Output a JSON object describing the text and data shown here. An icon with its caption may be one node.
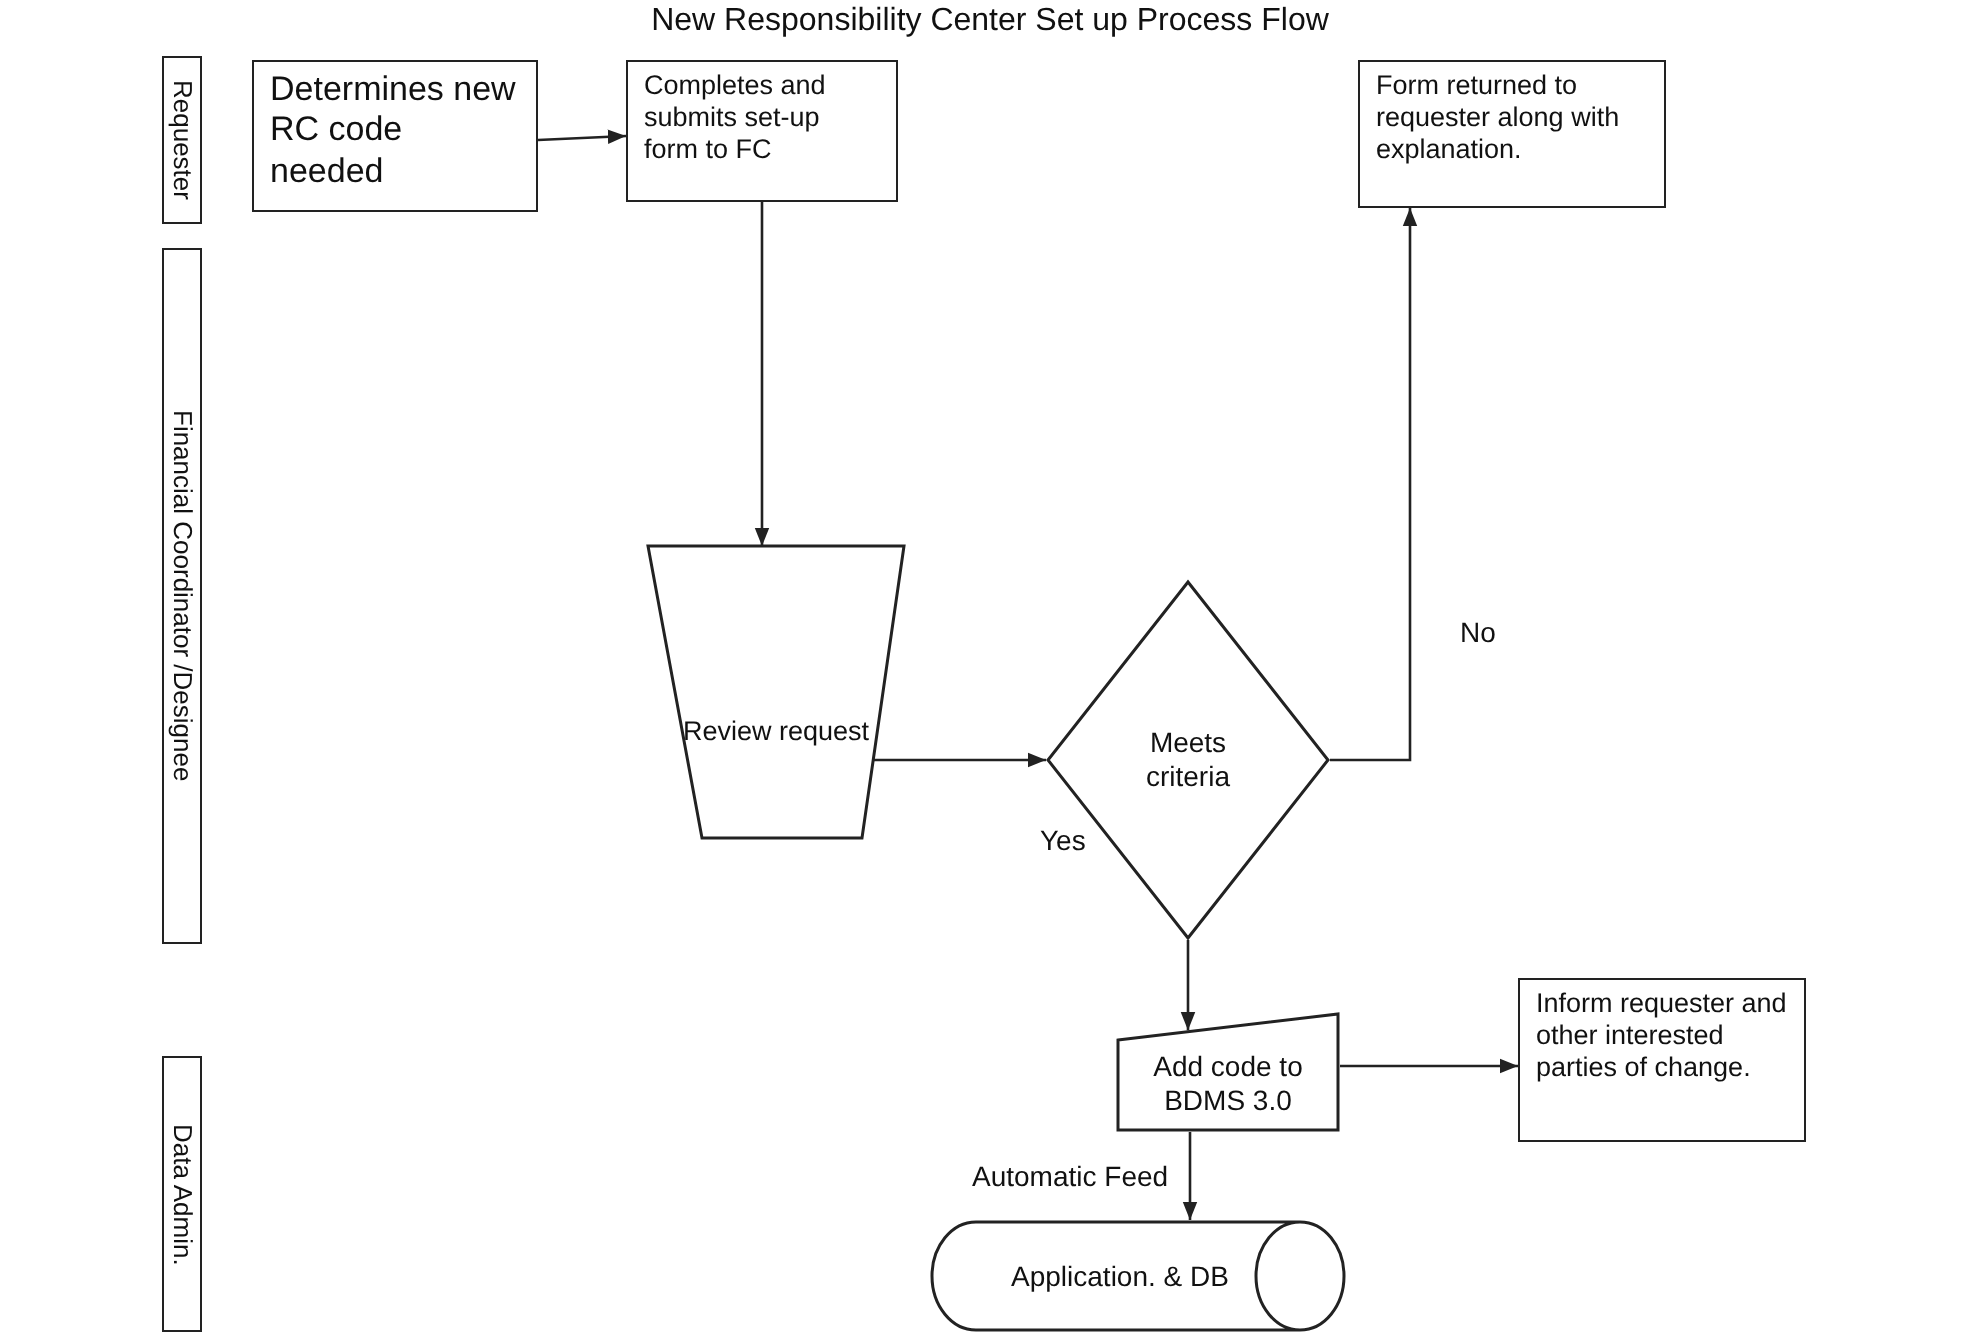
{
  "diagram": {
    "title": "New Responsibility Center Set up Process Flow",
    "nodes": [
      {
        "text": [
          "Requester"
        ]
      },
      {
        "text": [
          "Financial Coordinator /Designee"
        ]
      },
      {
        "text": [
          "Data Admin."
        ]
      },
      {
        "text": [
          "Determines new RC code needed"
        ]
      },
      {
        "text": [
          "Completes and submits set-up form to FC"
        ]
      },
      {
        "text": [
          "Form returned to requester along with explanation."
        ]
      },
      {
        "text": [
          "Review request"
        ]
      },
      {
        "text": [
          "Meets criteria"
        ]
      },
      {
        "text": [
          "Add code to BDMS 3.0"
        ]
      },
      {
        "text": [
          "Inform requester and other interested parties of change."
        ]
      },
      {
        "text": [
          "Application. & DB"
        ]
      }
    ],
    "edges": [
      {
        "from": 3,
        "to": 4,
        "arrow": "to"
      },
      {
        "from": 4,
        "to": 6,
        "arrow": "to"
      },
      {
        "from": 6,
        "to": 7,
        "arrow": "to"
      },
      {
        "from": 7,
        "to": 5,
        "arrow": "to",
        "label": "No"
      },
      {
        "from": 7,
        "to": 8,
        "arrow": "to",
        "label": "Yes"
      },
      {
        "from": 8,
        "to": 9,
        "arrow": "to"
      },
      {
        "from": 8,
        "to": 10,
        "arrow": "to",
        "label": "Automatic Feed"
      }
    ]
  }
}
